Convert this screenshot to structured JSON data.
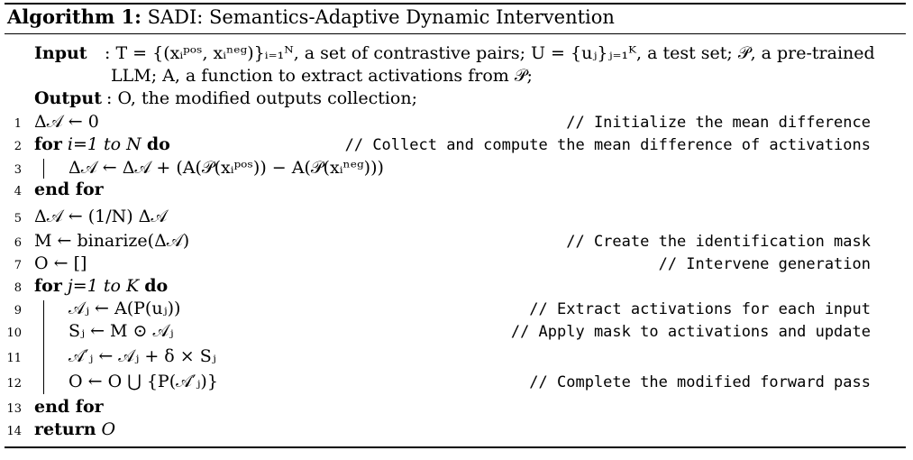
{
  "algorithm": {
    "label": "Algorithm 1:",
    "title": "SADI: Semantics-Adaptive Dynamic Intervention"
  },
  "input": {
    "label": "Input",
    "line1": ": T = {(xᵢᵖᵒˢ, xᵢⁿᵉᵍ)}ᵢ₌₁ᴺ, a set of contrastive pairs; U = {uⱼ}ⱼ₌₁ᴷ, a test set; 𝒫, a pre-trained",
    "line2": "LLM; A, a function to extract activations from 𝒫;"
  },
  "output": {
    "label": "Output",
    "text": ": O, the modified outputs collection;"
  },
  "lines": [
    {
      "num": "1",
      "code": "Δ𝒜 ← 0",
      "comment": "// Initialize the mean difference"
    },
    {
      "num": "2",
      "code_kw": "for",
      "code": " i=1 to N ",
      "code_kw2": "do",
      "comment": "// Collect and compute the mean difference of activations"
    },
    {
      "num": "3",
      "code": "Δ𝒜 ← Δ𝒜 + (A(𝒫(xᵢᵖᵒˢ)) − A(𝒫(xᵢⁿᵉᵍ)))",
      "comment": ""
    },
    {
      "num": "4",
      "code_kw": "end for",
      "code": "",
      "comment": ""
    },
    {
      "num": "5",
      "code": "Δ𝒜 ← (1/N) Δ𝒜",
      "comment": ""
    },
    {
      "num": "6",
      "code": "M ← binarize(Δ𝒜)",
      "comment": "// Create the identification mask"
    },
    {
      "num": "7",
      "code": "O ← []",
      "comment": "// Intervene generation"
    },
    {
      "num": "8",
      "code_kw": "for",
      "code": " j=1 to K ",
      "code_kw2": "do",
      "comment": ""
    },
    {
      "num": "9",
      "code": "𝒜ⱼ ← A(P(uⱼ))",
      "comment": "// Extract activations for each input"
    },
    {
      "num": "10",
      "code": "Sⱼ ← M ⊙ 𝒜ⱼ",
      "comment": "// Apply mask to activations and update"
    },
    {
      "num": "11",
      "code": "𝒜′ⱼ ← 𝒜ⱼ + δ × Sⱼ",
      "comment": ""
    },
    {
      "num": "12",
      "code": "O ← O ⋃ {P(𝒜′ⱼ)}",
      "comment": "// Complete the modified forward pass"
    },
    {
      "num": "13",
      "code_kw": "end for",
      "code": "",
      "comment": ""
    },
    {
      "num": "14",
      "code_kw": "return",
      "code": " O",
      "comment": ""
    }
  ]
}
